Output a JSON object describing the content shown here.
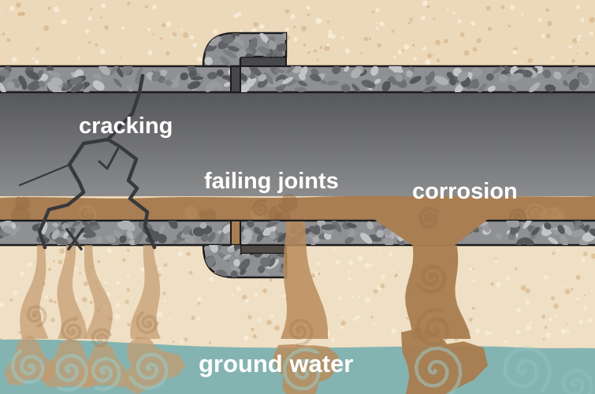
{
  "diagram": {
    "annotations": [
      {
        "id": "cracking",
        "label": "cracking"
      },
      {
        "id": "failing_joints",
        "label": "failing joints"
      },
      {
        "id": "corrosion",
        "label": "corrosion"
      },
      {
        "id": "ground_water",
        "label": "ground water"
      }
    ]
  },
  "labels": {
    "cracking": "cracking",
    "failing_joints": "failing joints",
    "corrosion": "corrosion",
    "ground_water": "ground water"
  },
  "colors": {
    "sand": "#ecd9ba",
    "sand_lower": "#efdfc4",
    "speckle_light": "#f6ecd8",
    "speckle_dark": "#d2ac7c",
    "water": "#84b4b2",
    "water_swirl": "#9ccac6",
    "pipe_interior_top": "#56575a",
    "pipe_interior_bottom": "#8b8c8e",
    "wall_base": "#8e9094",
    "outline": "#1b1b1c",
    "gap_dark": "#47484b",
    "gap_dark_bottom": "#4f4a44",
    "sewage": "#a97e52",
    "sewage_light": "#b78d5e",
    "sewage_dark": "#946c44",
    "plume": "#c49b6f",
    "plume_strong": "#a87c4f",
    "plume_joint": "#b88c5c",
    "crack": "#38393b",
    "label_text": "#ffffff",
    "pebbles": [
      "#54565a",
      "#606266",
      "#6e7074",
      "#7b7d81",
      "#999b9f",
      "#aeb0b2",
      "#c3c5c7"
    ]
  }
}
